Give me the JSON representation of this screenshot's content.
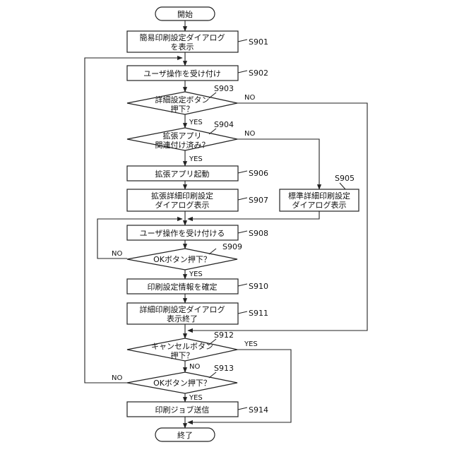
{
  "nodes": {
    "start": [
      "開始"
    ],
    "n901": [
      "簡易印刷設定ダイアログ",
      "を表示"
    ],
    "n902": [
      "ユーザ操作を受け付け"
    ],
    "n903": [
      "詳細設定ボタン",
      "押下？"
    ],
    "n904": [
      "拡張アプリ",
      "関連付け済み？"
    ],
    "n905": [
      "標準詳細印刷設定",
      "ダイアログ表示"
    ],
    "n906": [
      "拡張アプリ起動"
    ],
    "n907": [
      "拡張詳細印刷設定",
      "ダイアログ表示"
    ],
    "n908": [
      "ユーザ操作を受け付ける"
    ],
    "n909": [
      "OKボタン押下？"
    ],
    "n910": [
      "印刷設定情報を確定"
    ],
    "n911": [
      "詳細印刷設定ダイアログ",
      "表示終了"
    ],
    "n912": [
      "キャンセルボタン",
      "押下？"
    ],
    "n913": [
      "OKボタン押下？"
    ],
    "n914": [
      "印刷ジョブ送信"
    ],
    "end": [
      "終了"
    ]
  },
  "steps": {
    "s901": "S901",
    "s902": "S902",
    "s903": "S903",
    "s904": "S904",
    "s905": "S905",
    "s906": "S906",
    "s907": "S907",
    "s908": "S908",
    "s909": "S909",
    "s910": "S910",
    "s911": "S911",
    "s912": "S912",
    "s913": "S913",
    "s914": "S914"
  },
  "branches": {
    "b903_yes": "YES",
    "b903_no": "NO",
    "b904_yes": "YES",
    "b904_no": "NO",
    "b909_yes": "YES",
    "b909_no": "NO",
    "b912_yes": "YES",
    "b912_no": "NO",
    "b913_yes": "YES",
    "b913_no": "NO"
  }
}
